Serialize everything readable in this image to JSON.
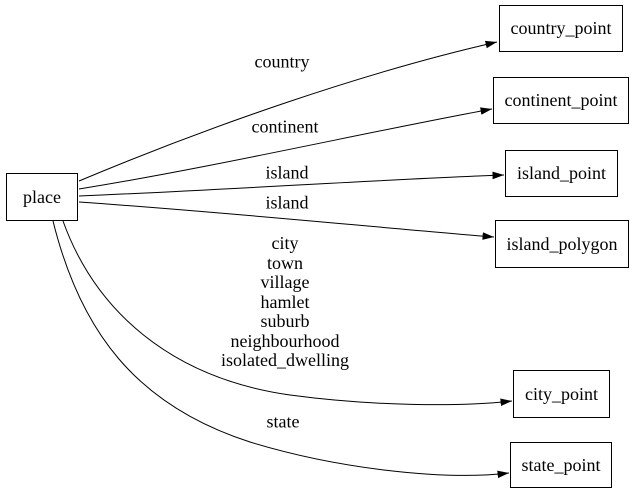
{
  "diagram": {
    "type": "directed-graph",
    "background_color": "#ffffff",
    "stroke_color": "#000000",
    "text_color": "#000000",
    "nodes": [
      {
        "id": "place",
        "label": "place"
      },
      {
        "id": "country_point",
        "label": "country_point"
      },
      {
        "id": "continent_point",
        "label": "continent_point"
      },
      {
        "id": "island_point",
        "label": "island_point"
      },
      {
        "id": "island_polygon",
        "label": "island_polygon"
      },
      {
        "id": "city_point",
        "label": "city_point"
      },
      {
        "id": "state_point",
        "label": "state_point"
      }
    ],
    "edges": [
      {
        "from": "place",
        "to": "country_point",
        "label": "country"
      },
      {
        "from": "place",
        "to": "continent_point",
        "label": "continent"
      },
      {
        "from": "place",
        "to": "island_point",
        "label": "island"
      },
      {
        "from": "place",
        "to": "island_polygon",
        "label": "island"
      },
      {
        "from": "place",
        "to": "city_point",
        "label_lines": [
          "city",
          "town",
          "village",
          "hamlet",
          "suburb",
          "neighbourhood",
          "isolated_dwelling"
        ]
      },
      {
        "from": "place",
        "to": "state_point",
        "label": "state"
      }
    ]
  }
}
